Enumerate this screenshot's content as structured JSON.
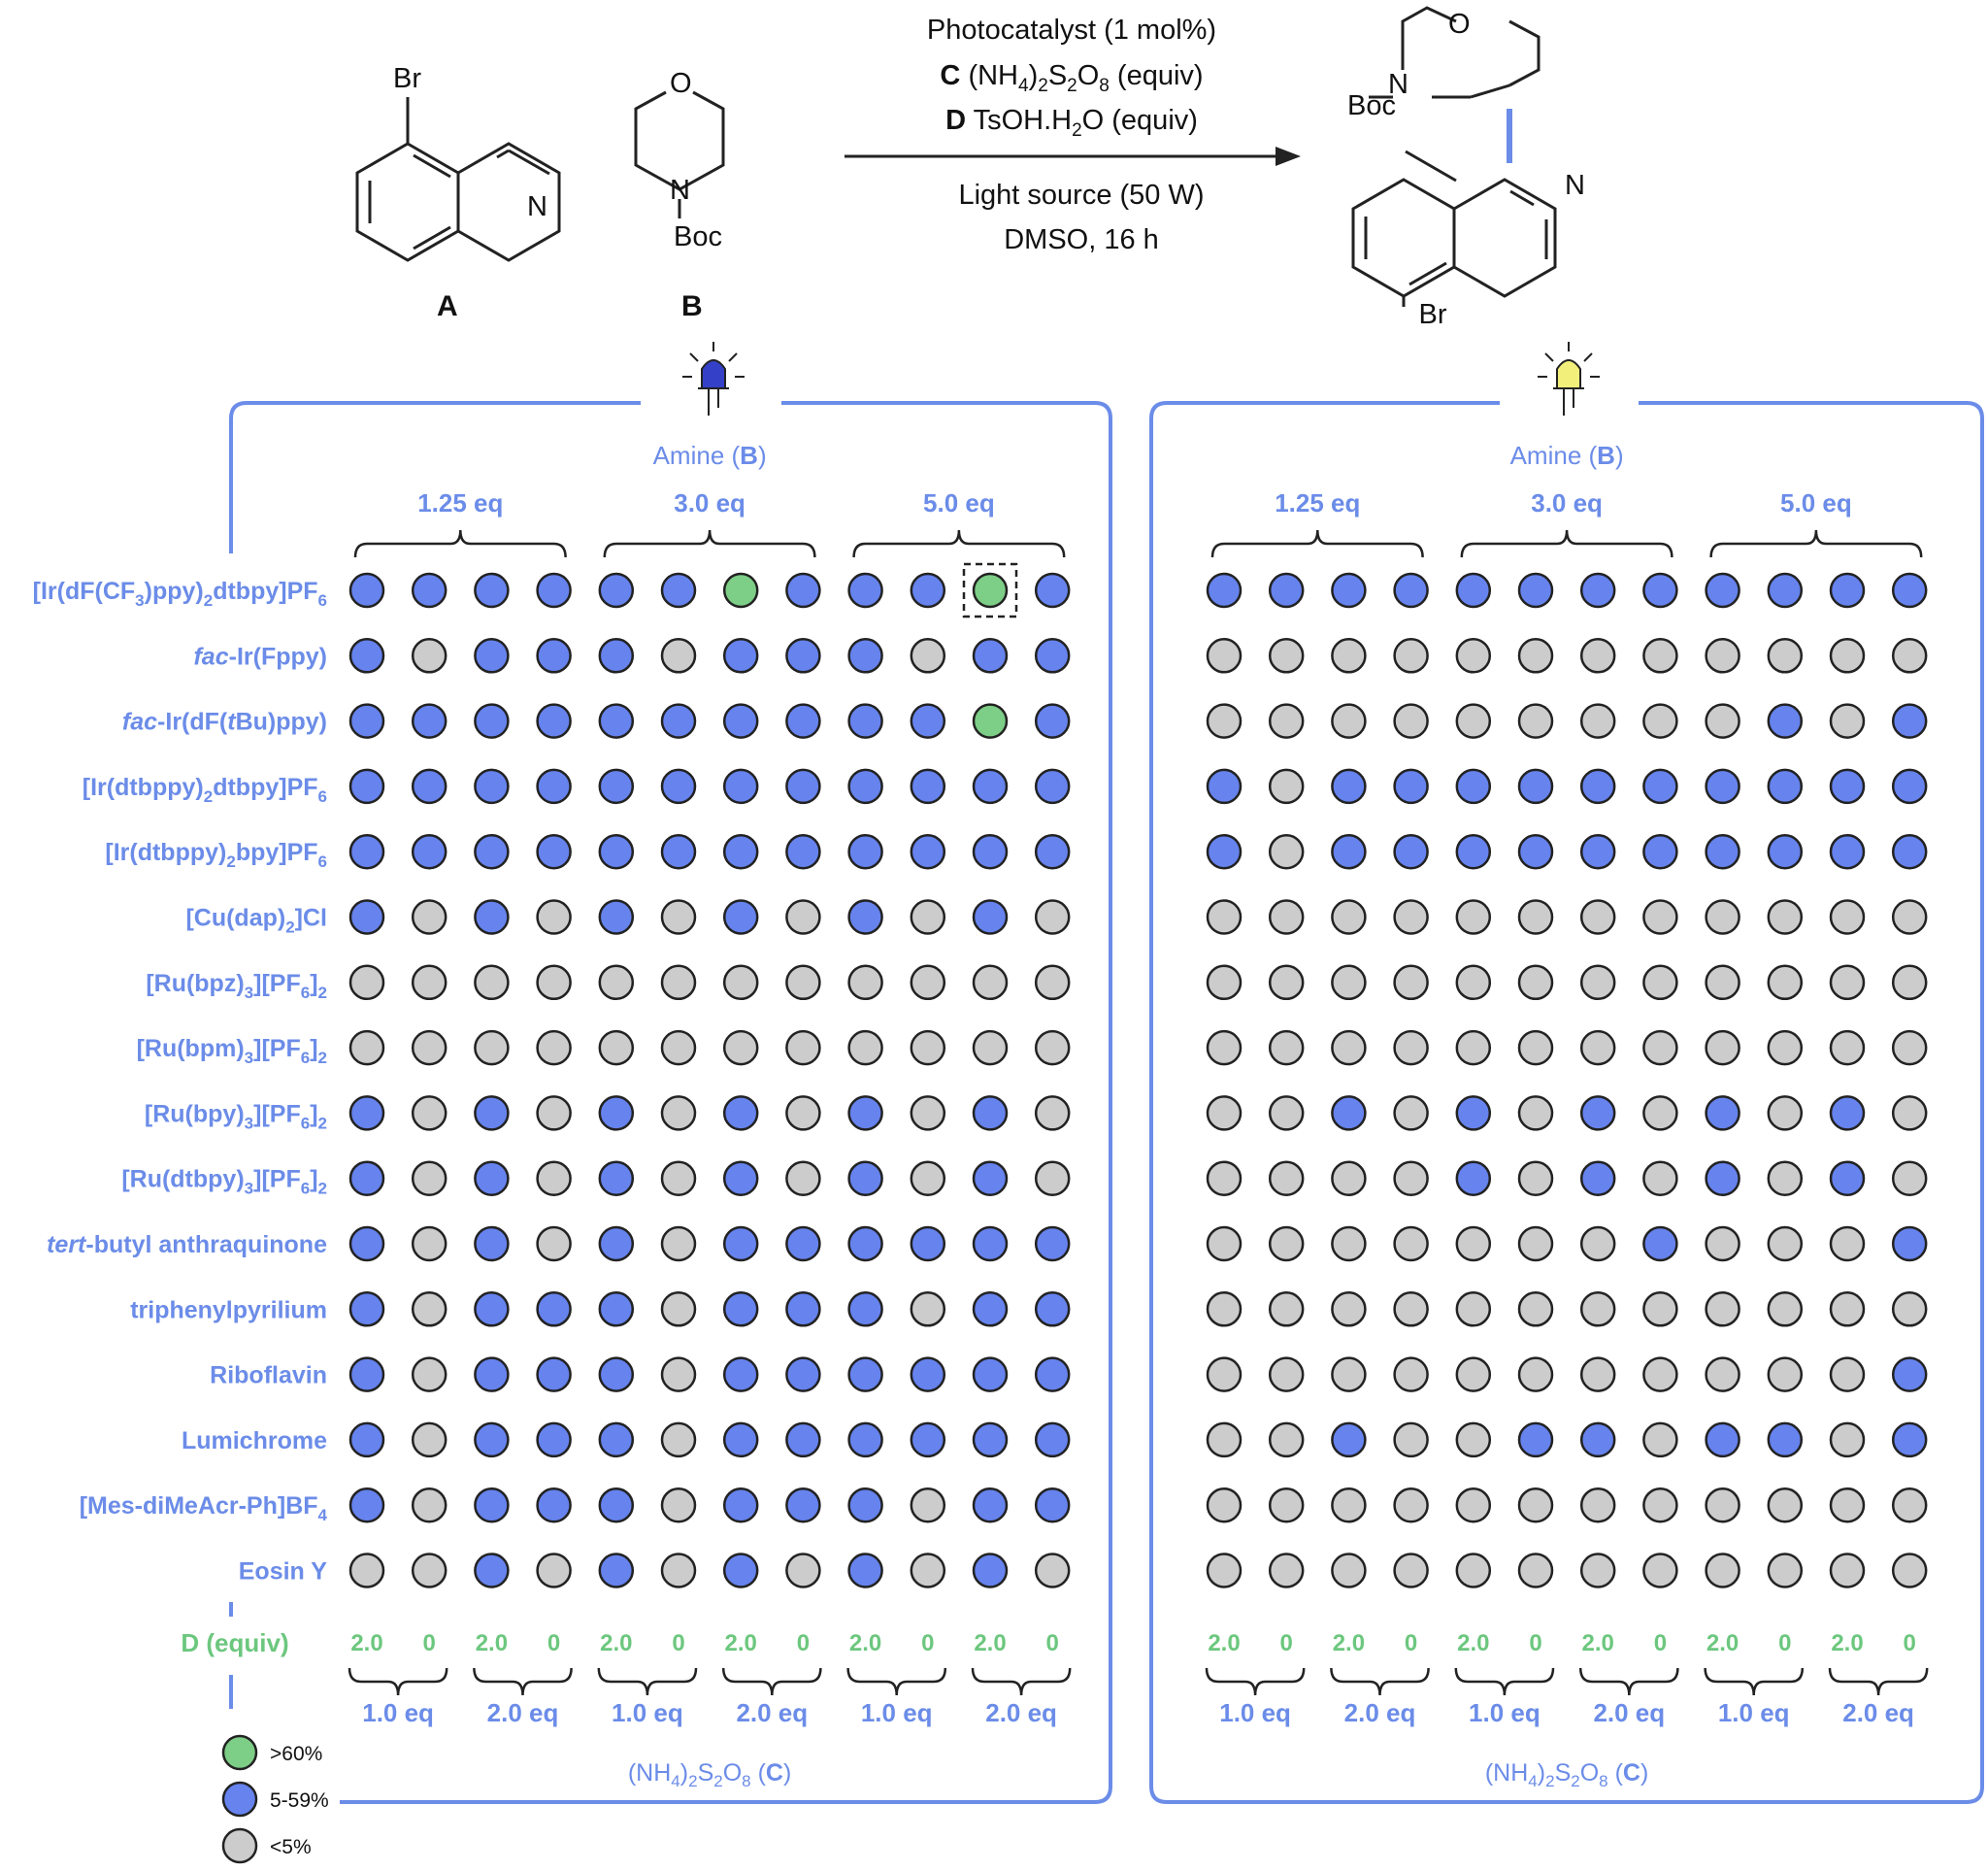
{
  "scheme": {
    "reactant_a": {
      "label": "A",
      "atoms": {
        "br": "Br",
        "n": "N"
      }
    },
    "reactant_b": {
      "label": "B",
      "atoms": {
        "o": "O",
        "n": "N",
        "boc": "Boc"
      }
    },
    "conditions": {
      "line1": "Photocatalyst (1 mol%)",
      "line2": {
        "letter": "C",
        "pre": "(NH",
        "s1": "4",
        "mid": ")",
        "s2": "2",
        "mid2": "S",
        "s3": "2",
        "mid3": "O",
        "s4": "8",
        "post": " (equiv)"
      },
      "line3": {
        "letter": "D",
        "pre": "TsOH.H",
        "s1": "2",
        "post": "O (equiv)"
      },
      "line4": "Light source (50 W)",
      "line5": "DMSO, 16 h"
    },
    "product": {
      "atoms": {
        "o": "O",
        "n_morph": "N",
        "boc": "Boc",
        "n_iq": "N",
        "br": "Br"
      }
    }
  },
  "panels": [
    {
      "lamp": "blue",
      "lamp_color": "#3440c8"
    },
    {
      "lamp": "yellow",
      "lamp_color": "#f2f07a"
    }
  ],
  "colors": {
    "accent": "#6b8ce8",
    "blue_dot": "#6683ee",
    "green_dot": "#7dce86",
    "gray_dot": "#cccccc",
    "d_label": "#6cc77e"
  },
  "axis": {
    "amine_title": "Amine (",
    "amine_letter": "B",
    "amine_close": ")",
    "amine_groups": [
      "1.25 eq",
      "3.0 eq",
      "5.0 eq"
    ],
    "d_title": "D (equiv)",
    "d_values": [
      "2.0",
      "0",
      "2.0",
      "0",
      "2.0",
      "0",
      "2.0",
      "0",
      "2.0",
      "0",
      "2.0",
      "0"
    ],
    "c_groups": [
      "1.0 eq",
      "2.0 eq",
      "1.0 eq",
      "2.0 eq",
      "1.0 eq",
      "2.0 eq"
    ],
    "c_title": {
      "pre": "(NH",
      "s1": "4",
      "mid": ")",
      "s2": "2",
      "mid2": "S",
      "s3": "2",
      "mid3": "O",
      "s4": "8",
      "letter": "C"
    }
  },
  "catalysts": [
    {
      "parts": [
        [
          "[Ir(dF(CF",
          ""
        ],
        [
          "3",
          "sub"
        ],
        [
          ")ppy)",
          ""
        ],
        [
          "2",
          "sub"
        ],
        [
          "dtbpy]PF",
          ""
        ],
        [
          "6",
          "sub"
        ]
      ]
    },
    {
      "parts": [
        [
          "fac",
          "i"
        ],
        [
          "-Ir(Fppy)",
          ""
        ]
      ]
    },
    {
      "parts": [
        [
          "fac",
          "i"
        ],
        [
          "-Ir(dF(",
          ""
        ],
        [
          "t",
          "i"
        ],
        [
          "Bu)ppy)",
          ""
        ]
      ]
    },
    {
      "parts": [
        [
          "[Ir(dtbppy)",
          ""
        ],
        [
          "2",
          "sub"
        ],
        [
          "dtbpy]PF",
          ""
        ],
        [
          "6",
          "sub"
        ]
      ]
    },
    {
      "parts": [
        [
          "[Ir(dtbppy)",
          ""
        ],
        [
          "2",
          "sub"
        ],
        [
          "bpy]PF",
          ""
        ],
        [
          "6",
          "sub"
        ]
      ]
    },
    {
      "parts": [
        [
          "[Cu(dap)",
          ""
        ],
        [
          "2",
          "sub"
        ],
        [
          "]Cl",
          ""
        ]
      ]
    },
    {
      "parts": [
        [
          "[Ru(bpz)",
          ""
        ],
        [
          "3",
          "sub"
        ],
        [
          "][PF",
          ""
        ],
        [
          "6",
          "sub"
        ],
        [
          "]",
          ""
        ],
        [
          "2",
          "sub"
        ]
      ]
    },
    {
      "parts": [
        [
          "[Ru(bpm)",
          ""
        ],
        [
          "3",
          "sub"
        ],
        [
          "][PF",
          ""
        ],
        [
          "6",
          "sub"
        ],
        [
          "]",
          ""
        ],
        [
          "2",
          "sub"
        ]
      ]
    },
    {
      "parts": [
        [
          "[Ru(bpy)",
          ""
        ],
        [
          "3",
          "sub"
        ],
        [
          "][PF",
          ""
        ],
        [
          "6",
          "sub"
        ],
        [
          "]",
          ""
        ],
        [
          "2",
          "sub"
        ]
      ]
    },
    {
      "parts": [
        [
          "[Ru(dtbpy)",
          ""
        ],
        [
          "3",
          "sub"
        ],
        [
          "][PF",
          ""
        ],
        [
          "6",
          "sub"
        ],
        [
          "]",
          ""
        ],
        [
          "2",
          "sub"
        ]
      ]
    },
    {
      "parts": [
        [
          "tert",
          "i"
        ],
        [
          "-butyl anthraquinone",
          ""
        ]
      ]
    },
    {
      "parts": [
        [
          "triphenylpyrilium",
          ""
        ]
      ]
    },
    {
      "parts": [
        [
          "Riboflavin",
          ""
        ]
      ]
    },
    {
      "parts": [
        [
          "Lumichrome",
          ""
        ]
      ]
    },
    {
      "parts": [
        [
          "[Mes-diMeAcr-Ph]BF",
          ""
        ],
        [
          "4",
          "sub"
        ]
      ]
    },
    {
      "parts": [
        [
          "Eosin Y",
          ""
        ]
      ]
    }
  ],
  "grid_blue_lamp": [
    "BBBBBBGBBBGB",
    "BXBBBXBBBXBB",
    "BBBBBBBBBBGB",
    "BBBBBBBBBBBB",
    "BBBBBBBBBBBB",
    "BXBXBXBXBXBX",
    "XXXXXXXXXXXX",
    "XXXXXXXXXXXX",
    "BXBXBXBXBXBX",
    "BXBXBXBXBXBX",
    "BXBXBXBBBBBB",
    "BXBBBXBBBXBB",
    "BXBBBXBBBBBB",
    "BXBBBXBBBBBB",
    "BXBBBXBBBXBB",
    "XXBXBXBXBXBX"
  ],
  "grid_yellow_lamp": [
    "BBBBBBBBBBBB",
    "XXXXXXXXXXXX",
    "XXXXXXXXXBXB",
    "BXBBBBBBBBBB",
    "BXBBBBBBBBBB",
    "XXXXXXXXXXXX",
    "XXXXXXXXXXXX",
    "XXXXXXXXXXXX",
    "XXBXBXBXBXBX",
    "XXXXBXBXBXBX",
    "XXXXXXXBXXXB",
    "XXXXXXXXXXXX",
    "XXXXXXXXXXXB",
    "XXBXXBBXBBXB",
    "XXXXXXXXXXXX",
    "XXXXXXXXXXXX"
  ],
  "highlight": {
    "grid": "blue_lamp",
    "row": 0,
    "col": 10
  },
  "legend": [
    {
      "label": ">60%",
      "kind": "G"
    },
    {
      "label": "5-59%",
      "kind": "B"
    },
    {
      "label": "<5%",
      "kind": "X"
    }
  ]
}
